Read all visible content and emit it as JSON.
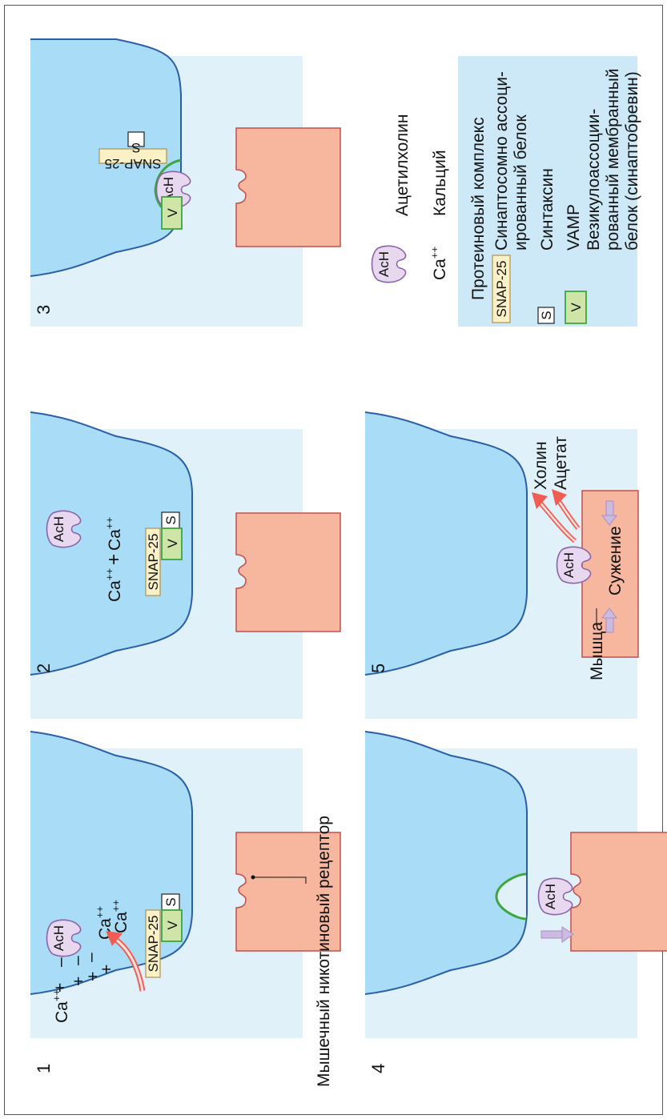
{
  "panels": {
    "p1": {
      "number": "1",
      "ion_text": "Ca",
      "ion_sup": "++",
      "ion_text2": "Ca",
      "ion_sup2": "++",
      "ion_text3": "Ca",
      "ion_sup3": "++"
    },
    "p2": {
      "number": "2",
      "reaction": {
        "ion_a": "Ca",
        "sup_a": "++",
        "plus": "+",
        "ion_b": "Ca",
        "sup_b": "++"
      }
    },
    "p3": {
      "number": "3"
    },
    "p4": {
      "number": "4"
    },
    "p5": {
      "number": "5",
      "choline": "Холин",
      "acetate": "Ацетат",
      "contraction": "Сужение",
      "muscle": "Мышца"
    }
  },
  "molecules": {
    "ach": "AcH",
    "snap25": "SNAP-25",
    "syntaxin": "S",
    "vamp": "V"
  },
  "charges": {
    "plus": "+",
    "minus": "–"
  },
  "receptor_label": "Мышечный никотиновый рецептор",
  "legend": {
    "ach_desc": "Ацетилхолин",
    "ca_symbol": "Ca",
    "ca_sup": "++",
    "ca_desc": "Кальций",
    "complex_title": "Протеиновый комплекс",
    "snap_desc_1": "Синаптосомно ассоци-",
    "snap_desc_2": "ированный белок",
    "s_desc": "Синтаксин",
    "v_desc_1": "VAMP",
    "v_desc_2": "Везикулоассоции-",
    "v_desc_3": "рованный мембранный",
    "v_desc_4": "белок (синаптобревин)"
  },
  "colors": {
    "panel_bg": "#e0f1fa",
    "terminal_fill": "#a9dcf6",
    "terminal_stroke": "#2a5ea8",
    "muscle_fill": "#f7b79f",
    "muscle_stroke": "#c0504d",
    "ach_fill": "#e7d8f0",
    "ach_stroke": "#8a63a8",
    "snap_fill": "#fbf0c6",
    "vamp_fill": "#cfe5a8",
    "vamp_stroke": "#3da63d",
    "legend_bg": "#cde9f7",
    "red_arrow": "#f25c54",
    "purple_arrow": "#a98dc7"
  }
}
